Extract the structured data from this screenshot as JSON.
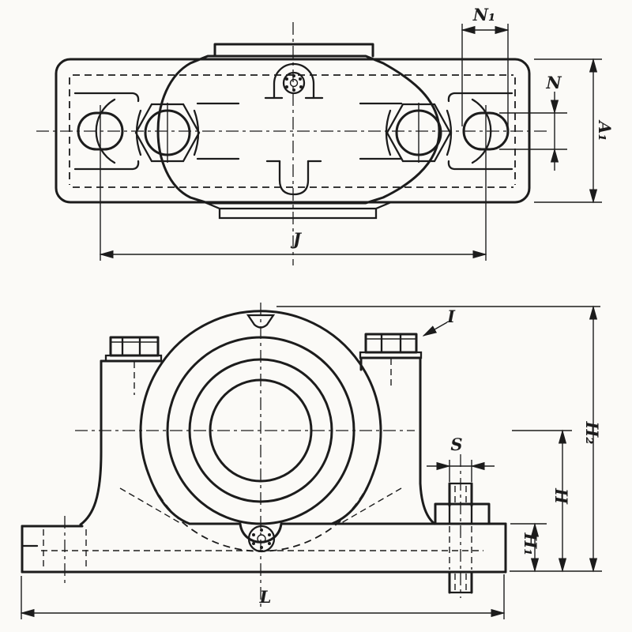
{
  "document": {
    "type": "engineering-drawing",
    "subject": "Pillow block bearing housing, two-view dimensional drawing"
  },
  "colors": {
    "paper": "#fbfaf7",
    "ink": "#1c1c1c"
  },
  "top_view": {
    "dimension_labels": [
      "N₁",
      "N",
      "A₁",
      "J"
    ]
  },
  "front_view": {
    "dimension_labels": [
      "H₂",
      "H",
      "H₁",
      "L",
      "S",
      "I"
    ]
  },
  "labels": {
    "n1": "N₁",
    "n": "N",
    "a1": "A₁",
    "j": "J",
    "i": "I",
    "s": "S",
    "h2": "H₂",
    "h": "H",
    "h1": "H₁",
    "l": "L"
  }
}
